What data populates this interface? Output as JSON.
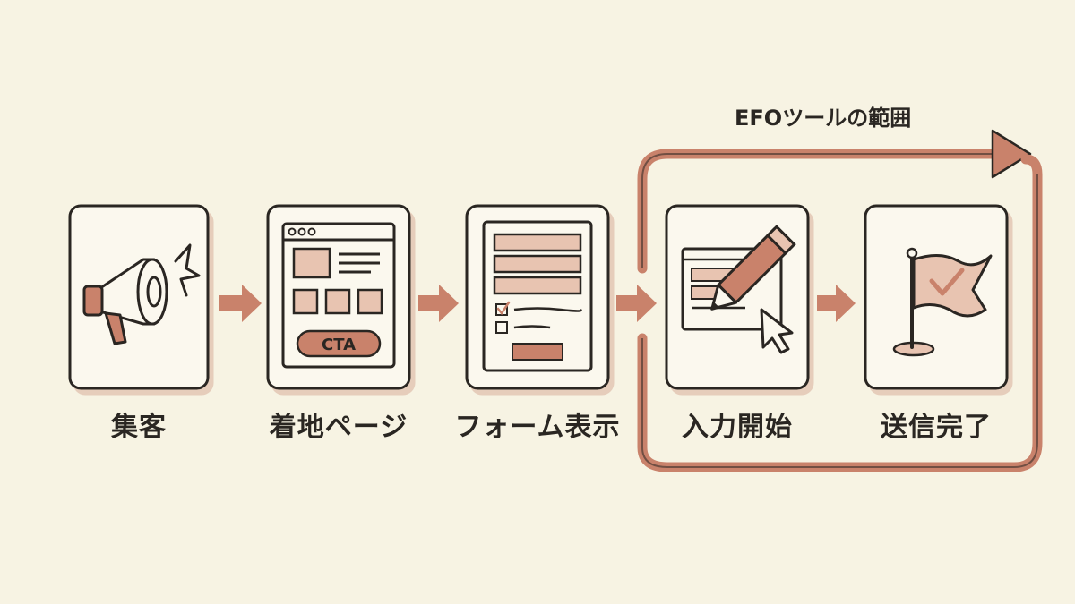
{
  "range": {
    "label": "EFOツールの範囲"
  },
  "steps": [
    {
      "label": "集客",
      "icon": "megaphone-icon"
    },
    {
      "label": "着地ページ",
      "icon": "landing-page-icon",
      "cta_label": "CTA"
    },
    {
      "label": "フォーム表示",
      "icon": "form-icon"
    },
    {
      "label": "入力開始",
      "icon": "pencil-form-icon"
    },
    {
      "label": "送信完了",
      "icon": "flag-check-icon"
    }
  ],
  "colors": {
    "accent": "#c9826b",
    "accent_light": "#e8c4b1",
    "ink": "#2a2622",
    "card": "#fbf8ee",
    "background": "#f7f3e3"
  }
}
